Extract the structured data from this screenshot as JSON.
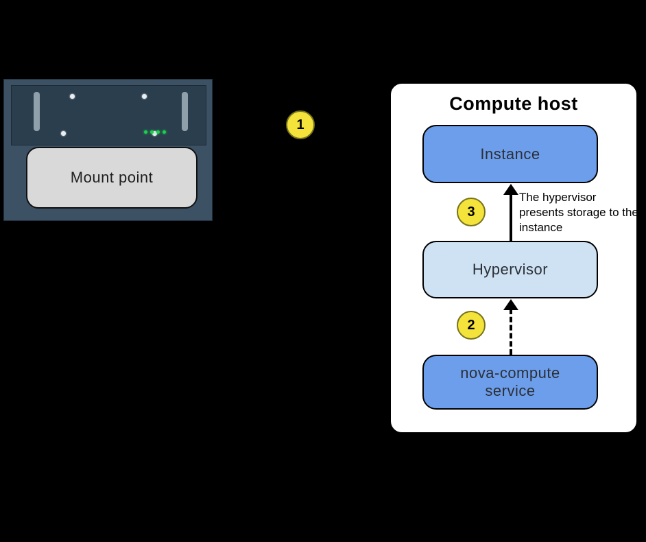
{
  "colors": {
    "background": "#000000",
    "panel_white": "#ffffff",
    "node_blue": "#6d9eeb",
    "node_light_blue": "#cfe2f3",
    "marker_yellow": "#f3e33a",
    "mount_point_gray": "#d9d9d9",
    "server_body": "#3c5164",
    "server_front_panel": "#2b3e4e",
    "led_green": "#19d14b"
  },
  "storage": {
    "mount_point_label": "Mount point"
  },
  "markers": {
    "step1": "1",
    "step2": "2",
    "step3": "3"
  },
  "compute_host": {
    "title": "Compute host",
    "instance_label": "Instance",
    "hypervisor_label": "Hypervisor",
    "nova_label": "nova-compute\nservice",
    "annotation": "The hypervisor presents storage to the instance"
  }
}
